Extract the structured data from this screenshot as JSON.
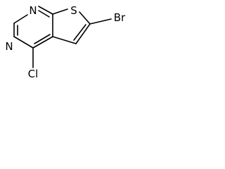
{
  "molecule": {
    "atoms": {
      "n1": "N",
      "n3": "N",
      "s": "S",
      "br": "Br",
      "cl": "Cl"
    },
    "colors": {
      "bond": "#000000",
      "label": "#000000",
      "background": "#ffffff"
    }
  }
}
